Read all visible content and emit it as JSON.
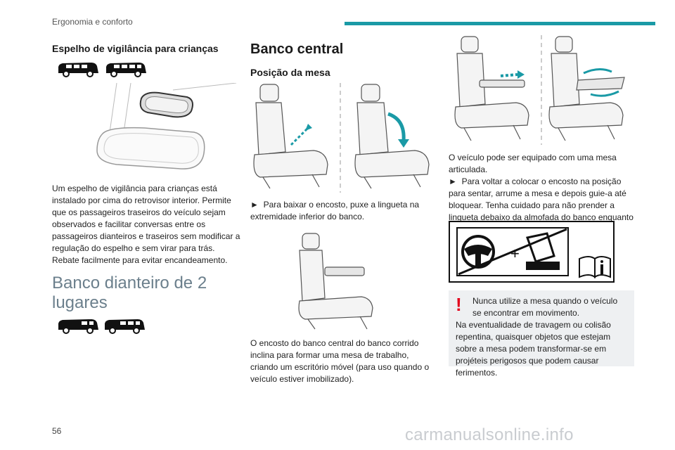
{
  "header": {
    "section": "Ergonomia e conforto",
    "accent_color": "#1a9aa6"
  },
  "col1": {
    "title": "Espelho de vigilância para crianças",
    "paragraph": "Um espelho de vigilância para crianças está instalado por cima do retrovisor interior. Permite que os passageiros traseiros do veículo sejam observados e facilitar conversas entre os passageiros dianteiros e traseiros sem modificar a regulação do espelho e sem virar para trás. Rebate facilmente para evitar encandeamento.",
    "section2_title_line1": "Banco dianteiro de 2",
    "section2_title_line2": "lugares"
  },
  "col2": {
    "title": "Banco central",
    "subtitle": "Posição da mesa",
    "instruction_marker": "►",
    "instruction": "Para baixar o encosto, puxe a lingueta na extremidade inferior do banco.",
    "paragraph": "O encosto do banco central do banco corrido inclina para formar uma mesa de trabalho, criando um escritório móvel (para uso quando o veículo estiver imobilizado)."
  },
  "col3": {
    "paragraph1": "O veículo pode ser equipado com uma mesa articulada.",
    "instruction_marker": "►",
    "instruction": "Para voltar a colocar o encosto na posição para sentar, arrume a mesa e depois guie-a até bloquear. Tenha cuidado para não prender a lingueta debaixo da almofada do banco enquanto move o encosto.",
    "warning_mark": "!",
    "warning_line1": "Nunca utilize a mesa quando o veículo se encontrar em movimento.",
    "warning_line2": "Na eventualidade de travagem ou colisão repentina, quaisquer objetos que estejam sobre a mesa podem transformar-se em projéteis perigosos que podem causar ferimentos."
  },
  "footer": {
    "page_number": "56",
    "watermark": "carmanualsonline.info"
  },
  "icons": [
    "van-icon",
    "mpv-icon",
    "rear-view-mirror-illustration",
    "seat-illustration",
    "steering-wheel-icon",
    "manual-info-icon"
  ],
  "colors": {
    "warning_red": "#e3001b",
    "warning_bg": "#eef0f2",
    "title_grey": "#6b7f8c"
  }
}
